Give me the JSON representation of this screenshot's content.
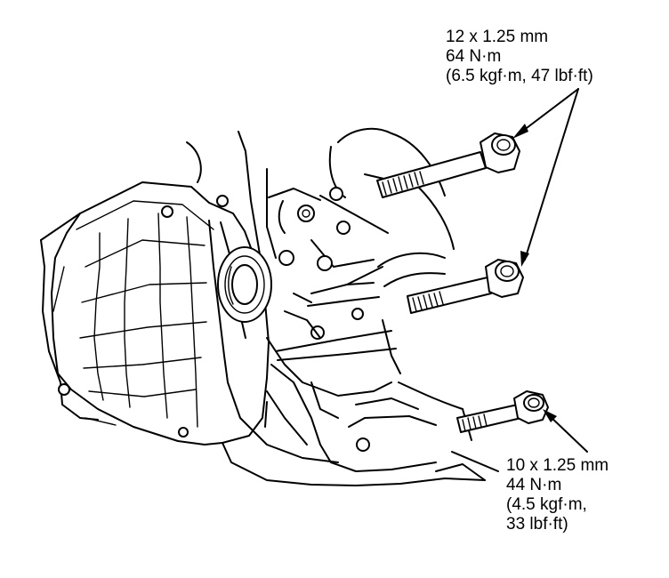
{
  "callouts": {
    "upper": {
      "size": "12 x 1.25 mm",
      "torque_nm": "64 N·m",
      "torque_imperial": "(6.5 kgf·m, 47 lbf·ft)"
    },
    "lower": {
      "size": "10 x 1.25 mm",
      "torque_nm": "44 N·m",
      "torque_imperial_1": "(4.5 kgf·m,",
      "torque_imperial_2": "33 lbf·ft)"
    }
  },
  "colors": {
    "line": "#000000",
    "background": "#ffffff"
  }
}
